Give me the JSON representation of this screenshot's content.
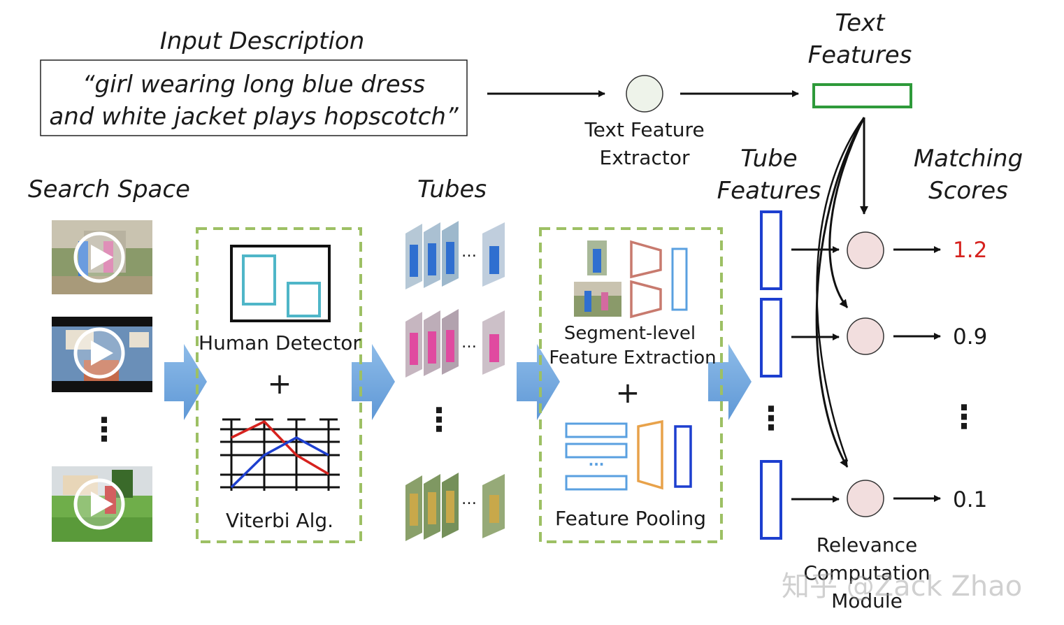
{
  "input": {
    "title": "Input Description",
    "quote_line1": "“girl wearing long blue dress",
    "quote_line2": "and white jacket plays hopscotch”"
  },
  "text_branch": {
    "extractor_line1": "Text Feature",
    "extractor_line2": "Extractor",
    "features_line1": "Text",
    "features_line2": "Features"
  },
  "search_space": {
    "title": "Search Space",
    "ellipsis": "⋮"
  },
  "detector_box": {
    "human_detector": "Human Detector",
    "plus": "+",
    "viterbi": "Viterbi Alg."
  },
  "tubes": {
    "title": "Tubes",
    "row_ellipsis": "…",
    "ellipsis": "⋮"
  },
  "feature_box": {
    "segment_line1": "Segment-level",
    "segment_line2": "Feature Extraction",
    "plus": "+",
    "pooling_dots": "···",
    "pooling": "Feature Pooling"
  },
  "tube_features": {
    "title_line1": "Tube",
    "title_line2": "Features",
    "ellipsis": "⋮"
  },
  "matching": {
    "title_line1": "Matching",
    "title_line2": "Scores",
    "scores": [
      "1.2",
      "0.9",
      "0.1"
    ],
    "ellipsis": "⋮",
    "top_score_color": "#d6221e"
  },
  "relevance": {
    "line1": "Relevance",
    "line2": "Computation",
    "line3": "Module"
  },
  "watermark": "知乎 @Zack Zhao",
  "colors": {
    "flow_arrow": "#6fa6de",
    "dashed_box": "#9dc064",
    "text_feature_box": "#2e9a3a",
    "tube_feature_box": "#1d3fcf",
    "relevance_node": "#f2dede",
    "extractor_node": "#eef3ea",
    "detector_blue_box": "#4fb6c8",
    "trapezoid": "#c87a6e",
    "pool_orange": "#e8a24a",
    "pool_rows": "#5aa0e0"
  }
}
